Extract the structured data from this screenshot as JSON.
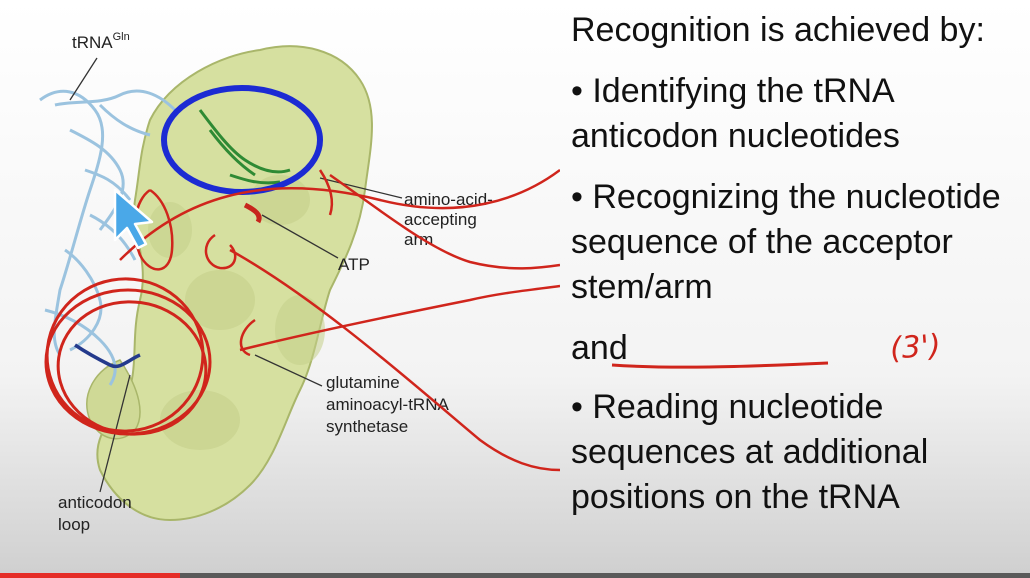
{
  "figure": {
    "labels": {
      "trna_label": "tRNA",
      "trna_superscript": "Gln",
      "amino_acid_arm_line1": "amino-acid-",
      "amino_acid_arm_line2": "accepting",
      "amino_acid_arm_line3": "arm",
      "atp": "ATP",
      "synthetase_line1": "glutamine",
      "synthetase_line2": "aminoacyl-tRNA",
      "synthetase_line3": "synthetase",
      "anticodon_line1": "anticodon",
      "anticodon_line2": "loop"
    },
    "colors": {
      "protein_surface": "#d6e0a0",
      "protein_shadow": "#b8c57a",
      "trna_backbone": "#9bc3df",
      "anticodon_dark": "#243a8c",
      "acceptor_green": "#2f8a34",
      "atp_red": "#c7251c",
      "annotation_red": "#d0251c",
      "annotation_blue": "#1c2bd3"
    },
    "cursor_icon": "arrow-cursor-icon"
  },
  "text_panel": {
    "heading": "Recognition is achieved by:",
    "bullets": [
      "• Identifying the tRNA anticodon nucleotides",
      "• Recognizing the nucleotide sequence of the acceptor stem/arm",
      "• Reading nucleotide sequences at additional positions on the tRNA"
    ],
    "connector": "and",
    "handwritten_note": "(3')"
  },
  "video_player": {
    "progress": 0.175,
    "progress_color": "#e52d27"
  }
}
